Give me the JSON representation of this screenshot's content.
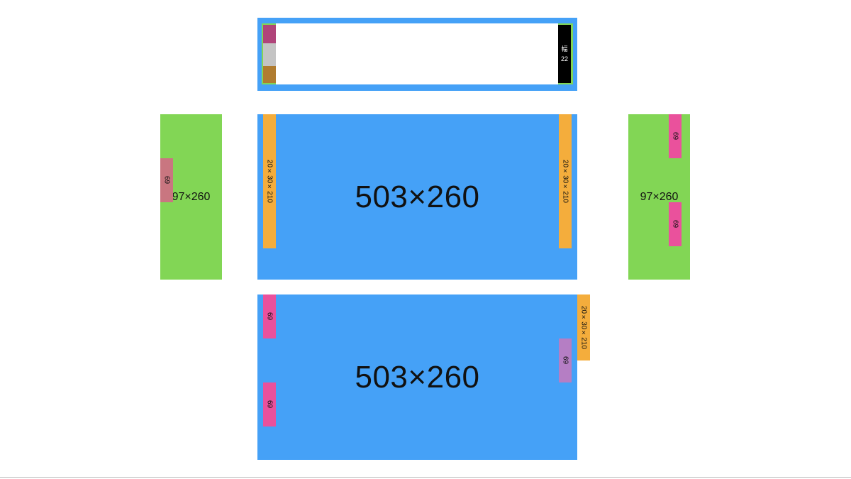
{
  "colors": {
    "blue": "#45a1f7",
    "green": "#82d655",
    "orange": "#f4ad3c",
    "pink": "#ea519c",
    "black": "#000000",
    "muted_pink": "#c97680",
    "purple": "#b57ec4",
    "gray": "#c4c4c4",
    "magenta": "#b0447a",
    "brown": "#b07c30"
  },
  "top_panel": {
    "width_label": "幅",
    "width_value": "22"
  },
  "center_panel": {
    "label": "503×260",
    "left_bar": "20×30×210",
    "right_bar": "20×30×210"
  },
  "left_panel": {
    "label": "97×260",
    "tab": "69"
  },
  "right_panel": {
    "label": "97×260",
    "tab_top": "69",
    "tab_bottom": "69"
  },
  "bottom_panel": {
    "label": "503×260",
    "tab_left_top": "69",
    "tab_left_bottom": "69",
    "tab_right": "69",
    "side_bar": "20×30×210"
  }
}
